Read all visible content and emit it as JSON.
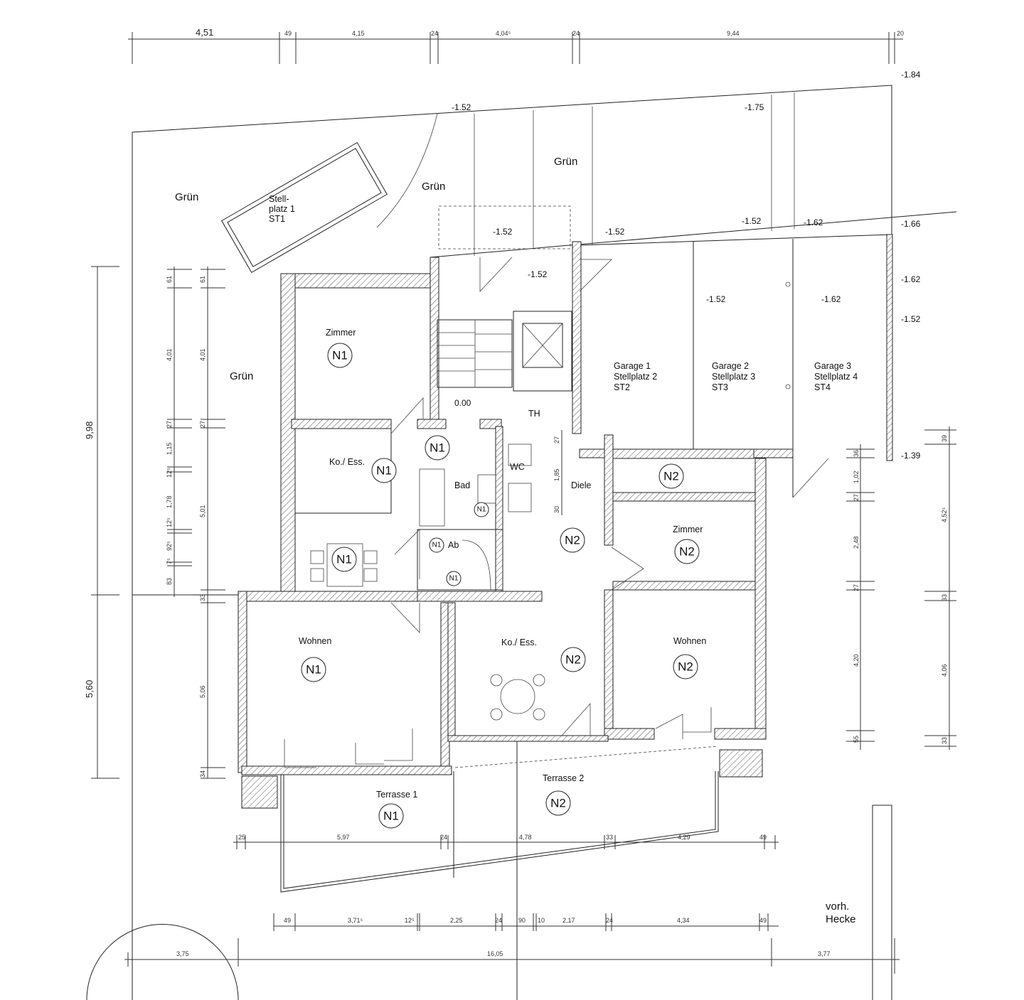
{
  "title": "Grundriss Erdgeschoss",
  "colors": {
    "line": "#222222",
    "background": "#ffffff"
  },
  "dims": {
    "top": [
      "4,51",
      "49",
      "4,15",
      "24",
      "4,04⁵",
      "24",
      "9,44",
      "20"
    ],
    "left_outer": [
      "9,98",
      "5,60"
    ],
    "left_inner1": [
      "61",
      "4,01",
      "27",
      "1,15",
      "12⁵",
      "1,78",
      "12⁵",
      "92⁵",
      "7⁵",
      "83"
    ],
    "left_inner2": [
      "61",
      "4,01",
      "27",
      "5,01",
      "33",
      "5,06",
      "34"
    ],
    "right_inner1": [
      "36",
      "1,02",
      "27",
      "2,48",
      "27",
      "4,20",
      "55"
    ],
    "right_inner2": [
      "39",
      "4,52⁵",
      "33",
      "4,06",
      "33"
    ],
    "diele": [
      "27",
      "1,85",
      "30"
    ],
    "bottom1": [
      "25",
      "5,97",
      "24",
      "4,78",
      "33",
      "4,29",
      "49"
    ],
    "bottom2": [
      "49",
      "3,71⁵",
      "12⁵",
      "2,25",
      "24",
      "90",
      "10",
      "2,17",
      "24",
      "4,34",
      "49"
    ],
    "bottom3": [
      "3,75",
      "16,05",
      "3,77"
    ]
  },
  "levels": [
    "-1.84",
    "-1.52",
    "-1.75",
    "-1.52",
    "-1.52",
    "-1.52",
    "-1.62",
    "-1.66",
    "-1.52",
    "-1.52",
    "-1.62",
    "-1.62",
    "-1.52",
    "-1.39",
    "0.00"
  ],
  "rooms": {
    "gruen1": "Grün",
    "gruen2": "Grün",
    "gruen3": "Grün",
    "gruen4": "Grün",
    "stellplatz1": [
      "Stell-",
      "platz 1",
      "ST1"
    ],
    "zimmer_n1": "Zimmer",
    "th": "TH",
    "koess_n1": "Ko./ Ess.",
    "bad": "Bad",
    "wc": "WC",
    "diele": "Diele",
    "ab": "Ab",
    "zimmer_n2": "Zimmer",
    "garage1": [
      "Garage 1",
      "Stellplatz 2",
      "ST2"
    ],
    "garage2": [
      "Garage 2",
      "Stellplatz 3",
      "ST3"
    ],
    "garage3": [
      "Garage 3",
      "Stellplatz 4",
      "ST4"
    ],
    "wohnen_n1": "Wohnen",
    "koess_n2": "Ko./ Ess.",
    "wohnen_n2": "Wohnen",
    "terrasse1": "Terrasse 1",
    "terrasse2": "Terrasse 2",
    "hecke": [
      "vorh.",
      "Hecke"
    ]
  },
  "units": {
    "n1": "N1",
    "n2": "N2"
  }
}
